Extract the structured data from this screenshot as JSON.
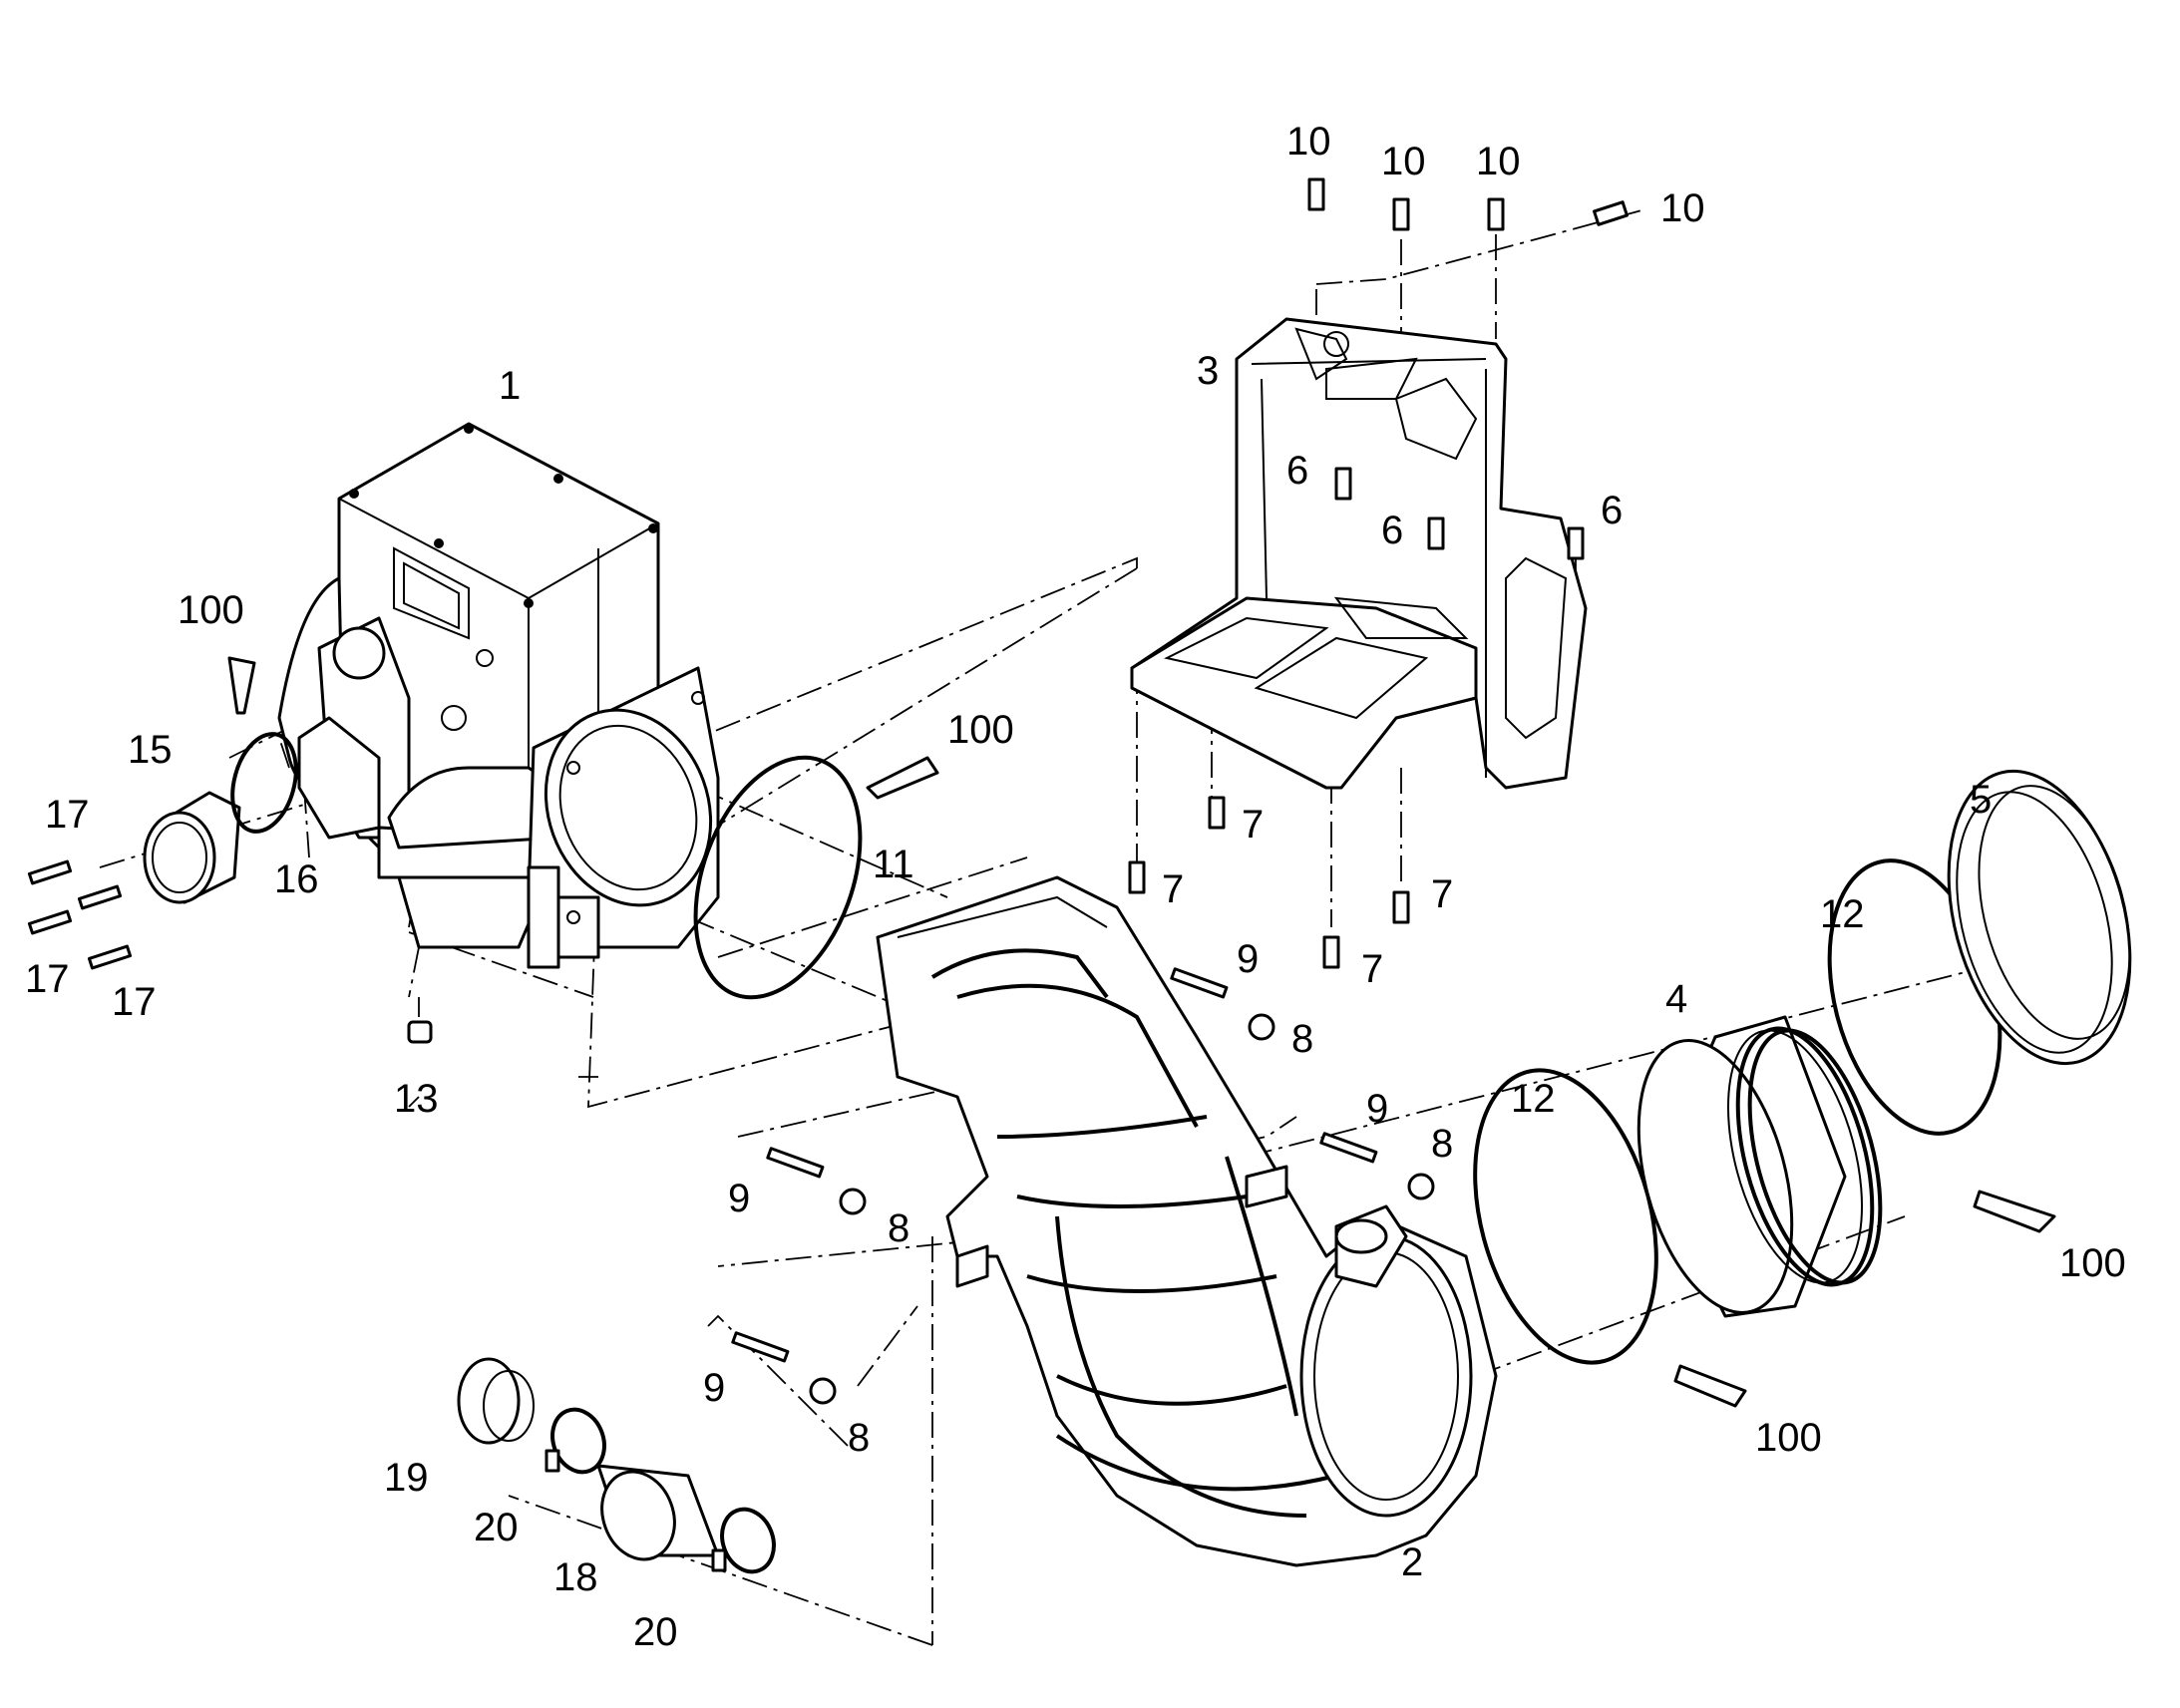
{
  "callouts": {
    "p1": "1",
    "p2": "2",
    "p3": "3",
    "p4": "4",
    "p5": "5",
    "p6a": "6",
    "p6b": "6",
    "p6c": "6",
    "p7a": "7",
    "p7b": "7",
    "p7c": "7",
    "p7d": "7",
    "p8a": "8",
    "p8b": "8",
    "p8c": "8",
    "p8d": "8",
    "p9a": "9",
    "p9b": "9",
    "p9c": "9",
    "p9d": "9",
    "p10a": "10",
    "p10b": "10",
    "p10c": "10",
    "p10d": "10",
    "p11": "11",
    "p12a": "12",
    "p12b": "12",
    "p13": "13",
    "p15": "15",
    "p16": "16",
    "p17a": "17",
    "p17b": "17",
    "p17c": "17",
    "p18": "18",
    "p19": "19",
    "p20a": "20",
    "p20b": "20",
    "p100a": "100",
    "p100b": "100",
    "p100c": "100",
    "p100d": "100"
  }
}
